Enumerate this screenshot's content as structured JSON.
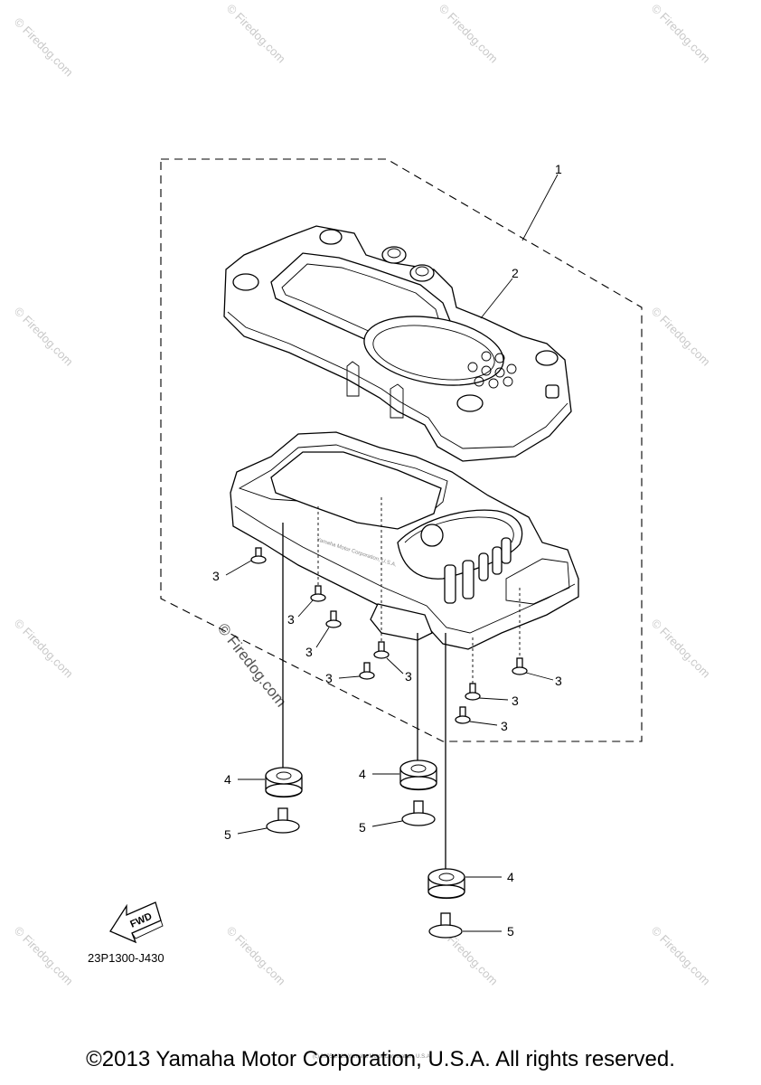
{
  "diagram": {
    "callouts": {
      "p1": "1",
      "p2": "2",
      "p3": "3",
      "p4": "4",
      "p5": "5"
    },
    "diagram_code": "23P1300-J430",
    "fwd_label": "FWD",
    "watermark": "© Firedog.com",
    "watermark_body": "© Firedog.com",
    "part_label_overlay": "Yamaha Motor Corporation, U.S.A.",
    "tiny_credit": "(c) 2005-2016 Yamaha Motor Corporation, U.S.A."
  },
  "footer": {
    "copyright": "©2013 Yamaha Motor Corporation, U.S.A. All rights reserved."
  }
}
